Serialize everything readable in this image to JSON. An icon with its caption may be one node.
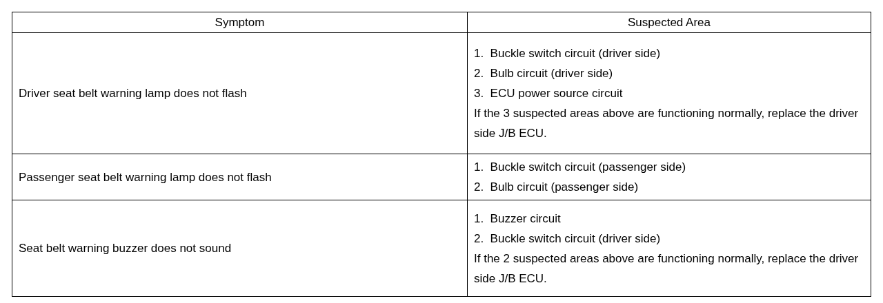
{
  "diagram": {
    "labels": [
      "Symptom",
      "Suspected Area",
      "Driver seat belt warning lamp does not flash",
      "1.  Buckle switch circuit (driver side)",
      "2.  Bulb circuit (driver side)",
      "3.  ECU power source circuit",
      "If the 3 suspected areas above are functioning normally, replace the driver side J/B ECU.",
      "Passenger seat belt warning lamp does not flash",
      "1.  Buckle switch circuit (passenger side)",
      "2.  Bulb circuit (passenger side)",
      "Seat belt warning buzzer does not sound",
      "1.  Buzzer circuit",
      "2.  Buckle switch circuit (driver side)",
      "If the 2 suspected areas above are functioning normally, replace the driver side J/B ECU."
    ]
  }
}
